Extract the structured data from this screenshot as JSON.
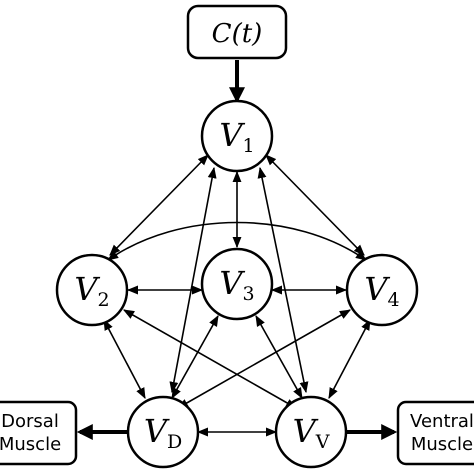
{
  "input_box": {
    "label": "C(t)"
  },
  "nodes": {
    "v1": {
      "symbol": "V",
      "subscript": "1"
    },
    "v2": {
      "symbol": "V",
      "subscript": "2"
    },
    "v3": {
      "symbol": "V",
      "subscript": "3"
    },
    "v4": {
      "symbol": "V",
      "subscript": "4"
    },
    "vd": {
      "symbol": "V",
      "subscript": "D"
    },
    "vv": {
      "symbol": "V",
      "subscript": "V"
    }
  },
  "outputs": {
    "dorsal": {
      "line1": "Dorsal",
      "line2": "Muscle"
    },
    "ventral": {
      "line1": "Ventral",
      "line2": "Muscle"
    }
  }
}
